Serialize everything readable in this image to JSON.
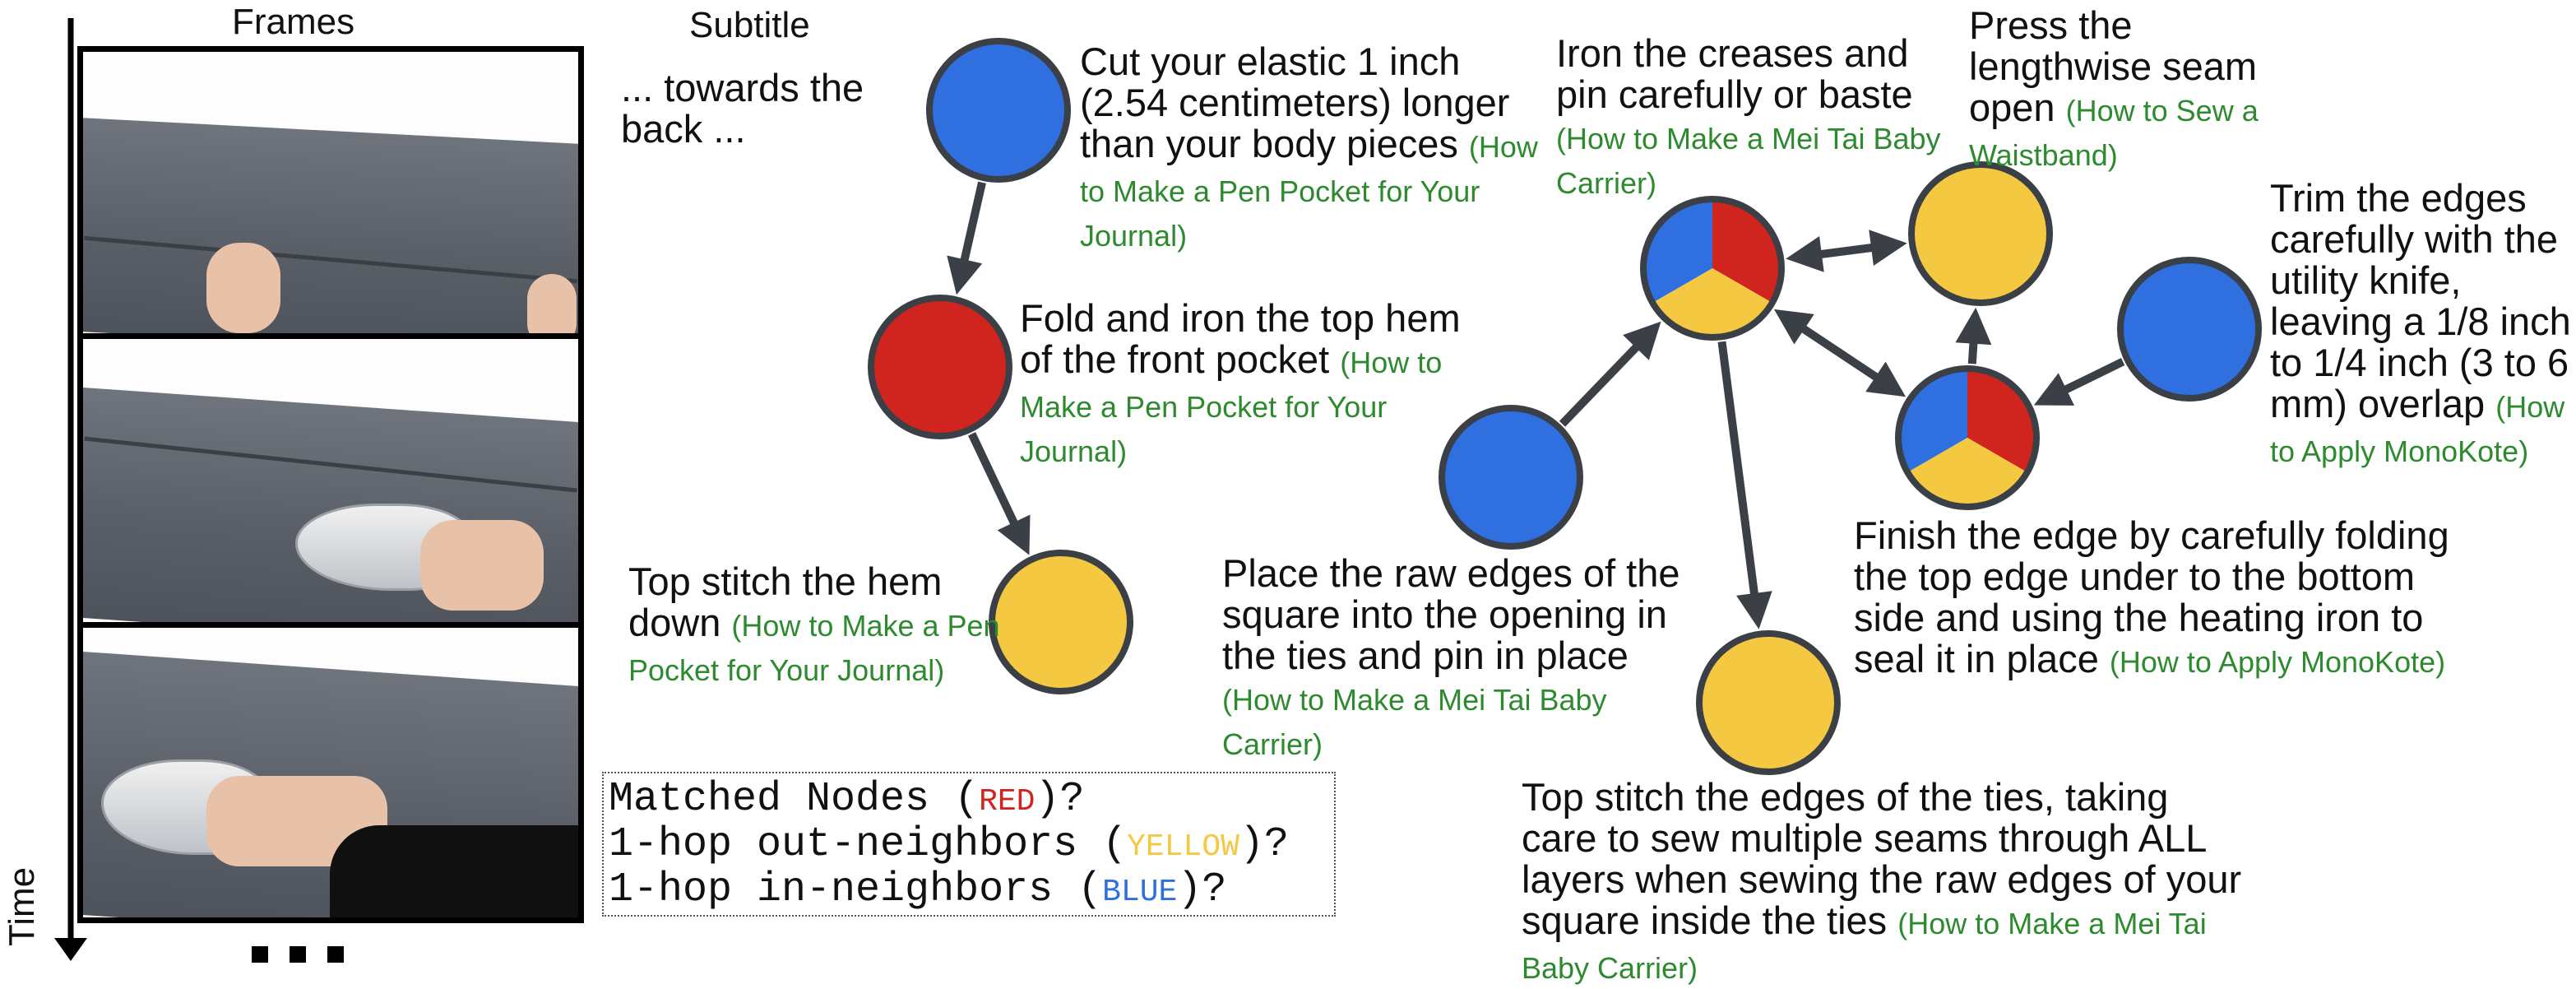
{
  "headers": {
    "frames": "Frames",
    "subtitle": "Subtitle",
    "time": "Time"
  },
  "subtitle_text": "... towards the back ...",
  "colors": {
    "red": "#d0251f",
    "yellow": "#f5c842",
    "blue": "#2f6fe0",
    "node_outline": "#3b3f46",
    "edge": "#3b3f46",
    "source_green": "#2e8a2e"
  },
  "nodes": [
    {
      "id": "n1",
      "color": "blue",
      "text": "Cut your elastic 1 inch (2.54 centimeters) longer than your body pieces",
      "source": "(How to Make a Pen Pocket for Your Journal)"
    },
    {
      "id": "n2",
      "color": "red",
      "text": "Fold and iron the top hem of the front pocket",
      "source": "(How to Make a Pen Pocket for Your Journal)"
    },
    {
      "id": "n3",
      "color": "yellow",
      "text": "Top stitch the hem down",
      "source": "(How to Make a Pen Pocket for Your Journal)"
    },
    {
      "id": "n4",
      "color": "pie",
      "text": "Iron the creases and pin carefully or baste",
      "source": "(How to Make a Mei Tai Baby Carrier)"
    },
    {
      "id": "n5",
      "color": "yellow",
      "text": "Press the lengthwise seam open",
      "source": "(How to Sew a Waistband)"
    },
    {
      "id": "n6",
      "color": "blue",
      "text": "Trim the edges carefully with the utility knife, leaving a 1/8 inch to 1/4 inch (3 to 6 mm) overlap",
      "source": "(How to Apply MonoKote)"
    },
    {
      "id": "n7",
      "color": "blue",
      "text": "Place the raw edges of the square into the opening in the ties and pin in place",
      "source": "(How to Make a Mei Tai Baby Carrier)"
    },
    {
      "id": "n8",
      "color": "pie",
      "text": "Finish the edge by carefully folding the top edge under to the bottom side and using the heating iron to seal it in place",
      "source": "(How to Apply MonoKote)"
    },
    {
      "id": "n9",
      "color": "yellow",
      "text": "Top stitch the edges of the ties, taking care to sew multiple seams through ALL layers when sewing the raw edges of your square inside the ties",
      "source": "(How to Make a Mei Tai Baby Carrier)"
    }
  ],
  "edges": [
    {
      "from": "n1",
      "to": "n2",
      "bidirectional": false
    },
    {
      "from": "n2",
      "to": "n3",
      "bidirectional": false
    },
    {
      "from": "n7",
      "to": "n4",
      "bidirectional": false
    },
    {
      "from": "n4",
      "to": "n5",
      "bidirectional": true
    },
    {
      "from": "n4",
      "to": "n8",
      "bidirectional": true
    },
    {
      "from": "n4",
      "to": "n9",
      "bidirectional": false
    },
    {
      "from": "n8",
      "to": "n5",
      "bidirectional": false
    },
    {
      "from": "n6",
      "to": "n8",
      "bidirectional": false
    }
  ],
  "legend": {
    "line1": {
      "prefix": "Matched Nodes (",
      "word": "RED",
      "suffix": ")?"
    },
    "line2": {
      "prefix": "1-hop out-neighbors (",
      "word": "YELLOW",
      "suffix": ")?"
    },
    "line3": {
      "prefix": "1-hop in-neighbors (",
      "word": "BLUE",
      "suffix": ")?"
    }
  }
}
